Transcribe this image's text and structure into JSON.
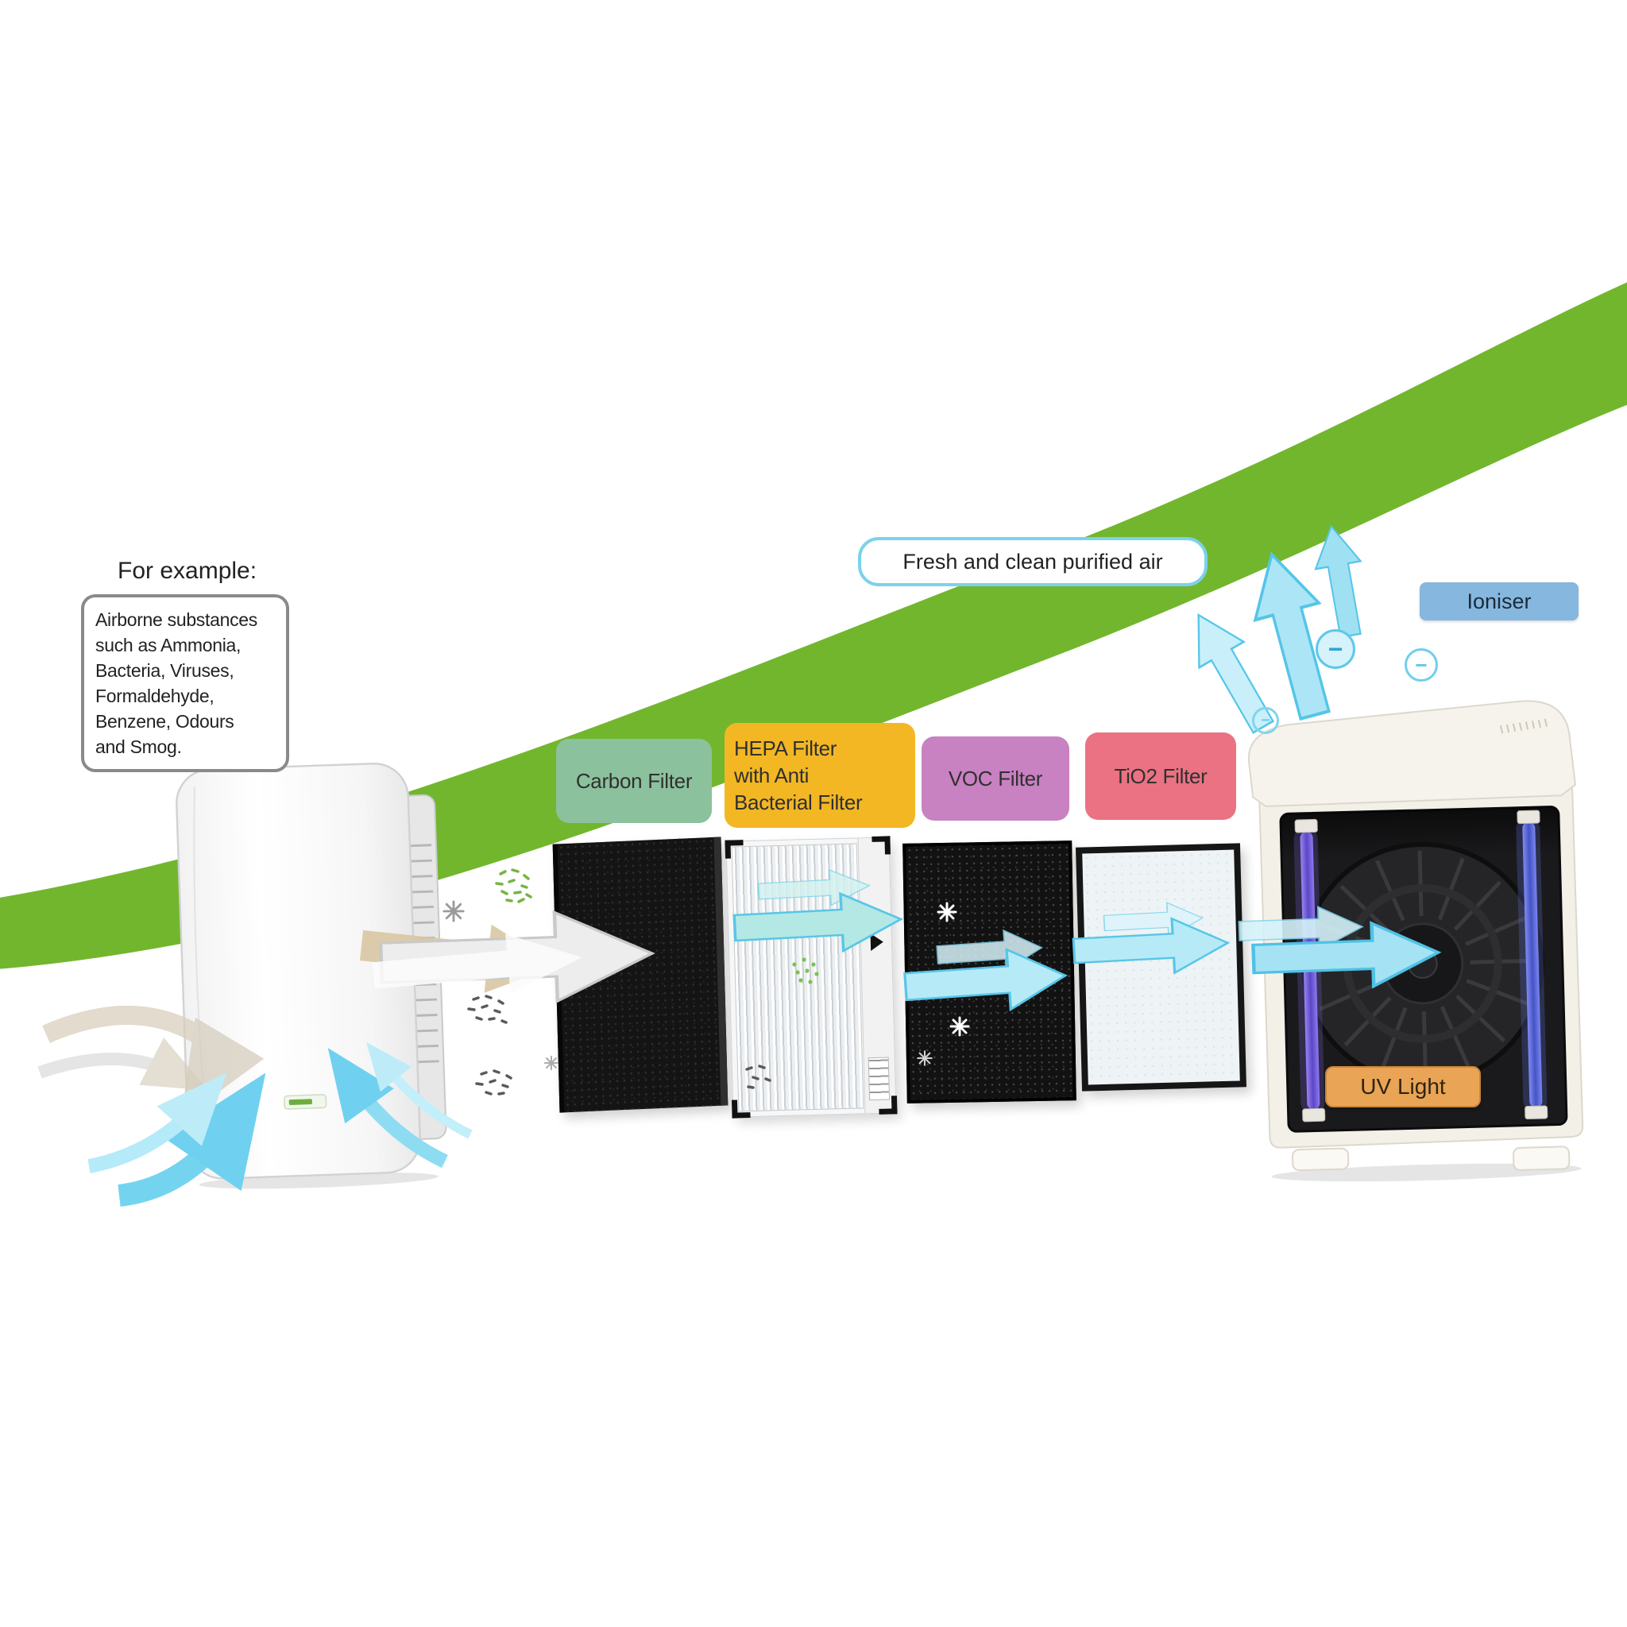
{
  "example": {
    "intro": "For example:",
    "substances": "Airborne substances\nsuch as Ammonia,\nBacteria, Viruses,\nFormaldehyde,\nBenzene, Odours\nand Smog."
  },
  "flow": {
    "fresh_air_label": "Fresh and clean purified air",
    "ioniser_label": "Ioniser",
    "uv_light_label": "UV Light"
  },
  "filters": [
    {
      "id": "carbon",
      "label": "Carbon Filter",
      "color": "#8cc19d"
    },
    {
      "id": "hepa",
      "label": "HEPA Filter\nwith Anti\nBacterial Filter",
      "color": "#f2b723"
    },
    {
      "id": "voc",
      "label": "VOC Filter",
      "color": "#c881c1"
    },
    {
      "id": "tio2",
      "label": "TiO2 Filter",
      "color": "#ea7283"
    }
  ],
  "icons": {
    "minus_icon": "−",
    "up_arrow_icon": "cyan upward block arrow",
    "flow_arrow_icon": "cyan rightward block arrow",
    "uv_tube_icon": "purple UV lamp tube",
    "fan_icon": "circular extraction fan"
  },
  "colors": {
    "swoosh_green": "#72b62e",
    "ioniser_bg": "#86b7de",
    "uv_light_bg": "#e9a455",
    "fresh_air_border": "#7bd2ea",
    "arrow_cyan": "#b7eaf7",
    "arrow_cyan_stroke": "#57c6e8"
  }
}
